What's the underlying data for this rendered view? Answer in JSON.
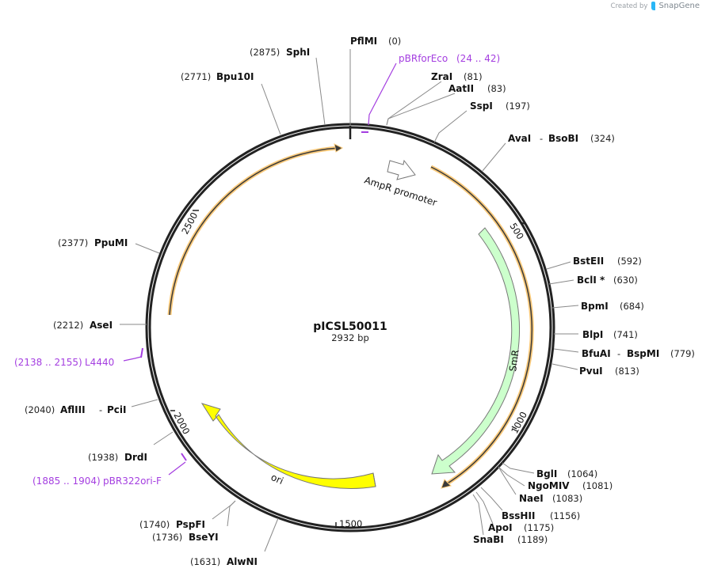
{
  "credit": {
    "prefix": "Created by",
    "brand": "SnapGene"
  },
  "plasmid": {
    "name": "pICSL50011",
    "length_label": "2932 bp",
    "length": 2932
  },
  "colors": {
    "backbone": "#222222",
    "primer": "#a43ee0",
    "orf_glow": "#f9c97a",
    "orf_line": "#3a3a3a",
    "smr_fill": "#ccffcc",
    "ori_fill": "#ffff00",
    "promoter_fill": "#ffffff",
    "site_line": "#8a8a8a"
  },
  "ticks": [
    {
      "label": "500",
      "pos": 500
    },
    {
      "label": "1000",
      "pos": 1000
    },
    {
      "label": "1500",
      "pos": 1500
    },
    {
      "label": "2000",
      "pos": 2000
    },
    {
      "label": "2500",
      "pos": 2500
    }
  ],
  "features": [
    {
      "name": "AmpR promoter",
      "type": "promoter",
      "label": "AmpR promoter"
    },
    {
      "name": "SmR",
      "type": "cds",
      "label": "SmR"
    },
    {
      "name": "ori",
      "type": "rep_origin",
      "label": "ori"
    }
  ],
  "sites": [
    {
      "name": "PflMI",
      "pos": "(0)"
    },
    {
      "name": "ZraI",
      "pos": "(81)"
    },
    {
      "name": "AatII",
      "pos": "(83)"
    },
    {
      "name": "SspI",
      "pos": "(197)"
    },
    {
      "name": "AvaI",
      "name2": "BsoBI",
      "pos": "(324)"
    },
    {
      "name": "BstEII",
      "pos": "(592)"
    },
    {
      "name": "BclI *",
      "pos": "(630)"
    },
    {
      "name": "BpmI",
      "pos": "(684)"
    },
    {
      "name": "BlpI",
      "pos": "(741)"
    },
    {
      "name": "BfuAI",
      "name2": "BspMI",
      "pos": "(779)"
    },
    {
      "name": "PvuI",
      "pos": "(813)"
    },
    {
      "name": "BglI",
      "pos": "(1064)"
    },
    {
      "name": "NgoMIV",
      "pos": "(1081)"
    },
    {
      "name": "NaeI",
      "pos": "(1083)"
    },
    {
      "name": "BssHII",
      "pos": "(1156)"
    },
    {
      "name": "ApoI",
      "pos": "(1175)"
    },
    {
      "name": "SnaBI",
      "pos": "(1189)"
    },
    {
      "name": "AlwNI",
      "pos": "(1631)"
    },
    {
      "name": "BseYI",
      "pos": "(1736)"
    },
    {
      "name": "PspFI",
      "pos": "(1740)"
    },
    {
      "name": "DrdI",
      "pos": "(1938)"
    },
    {
      "name": "AflIII",
      "name2": "PciI",
      "pos": "(2040)"
    },
    {
      "name": "AseI",
      "pos": "(2212)"
    },
    {
      "name": "PpuMI",
      "pos": "(2377)"
    },
    {
      "name": "Bpu10I",
      "pos": "(2771)"
    },
    {
      "name": "SphI",
      "pos": "(2875)"
    }
  ],
  "primers": [
    {
      "name": "pBRforEco",
      "range": "(24 .. 42)"
    },
    {
      "name": "L4440",
      "range": "(2138 .. 2155)"
    },
    {
      "name": "pBR322ori-F",
      "range": "(1885 .. 1904)"
    }
  ]
}
